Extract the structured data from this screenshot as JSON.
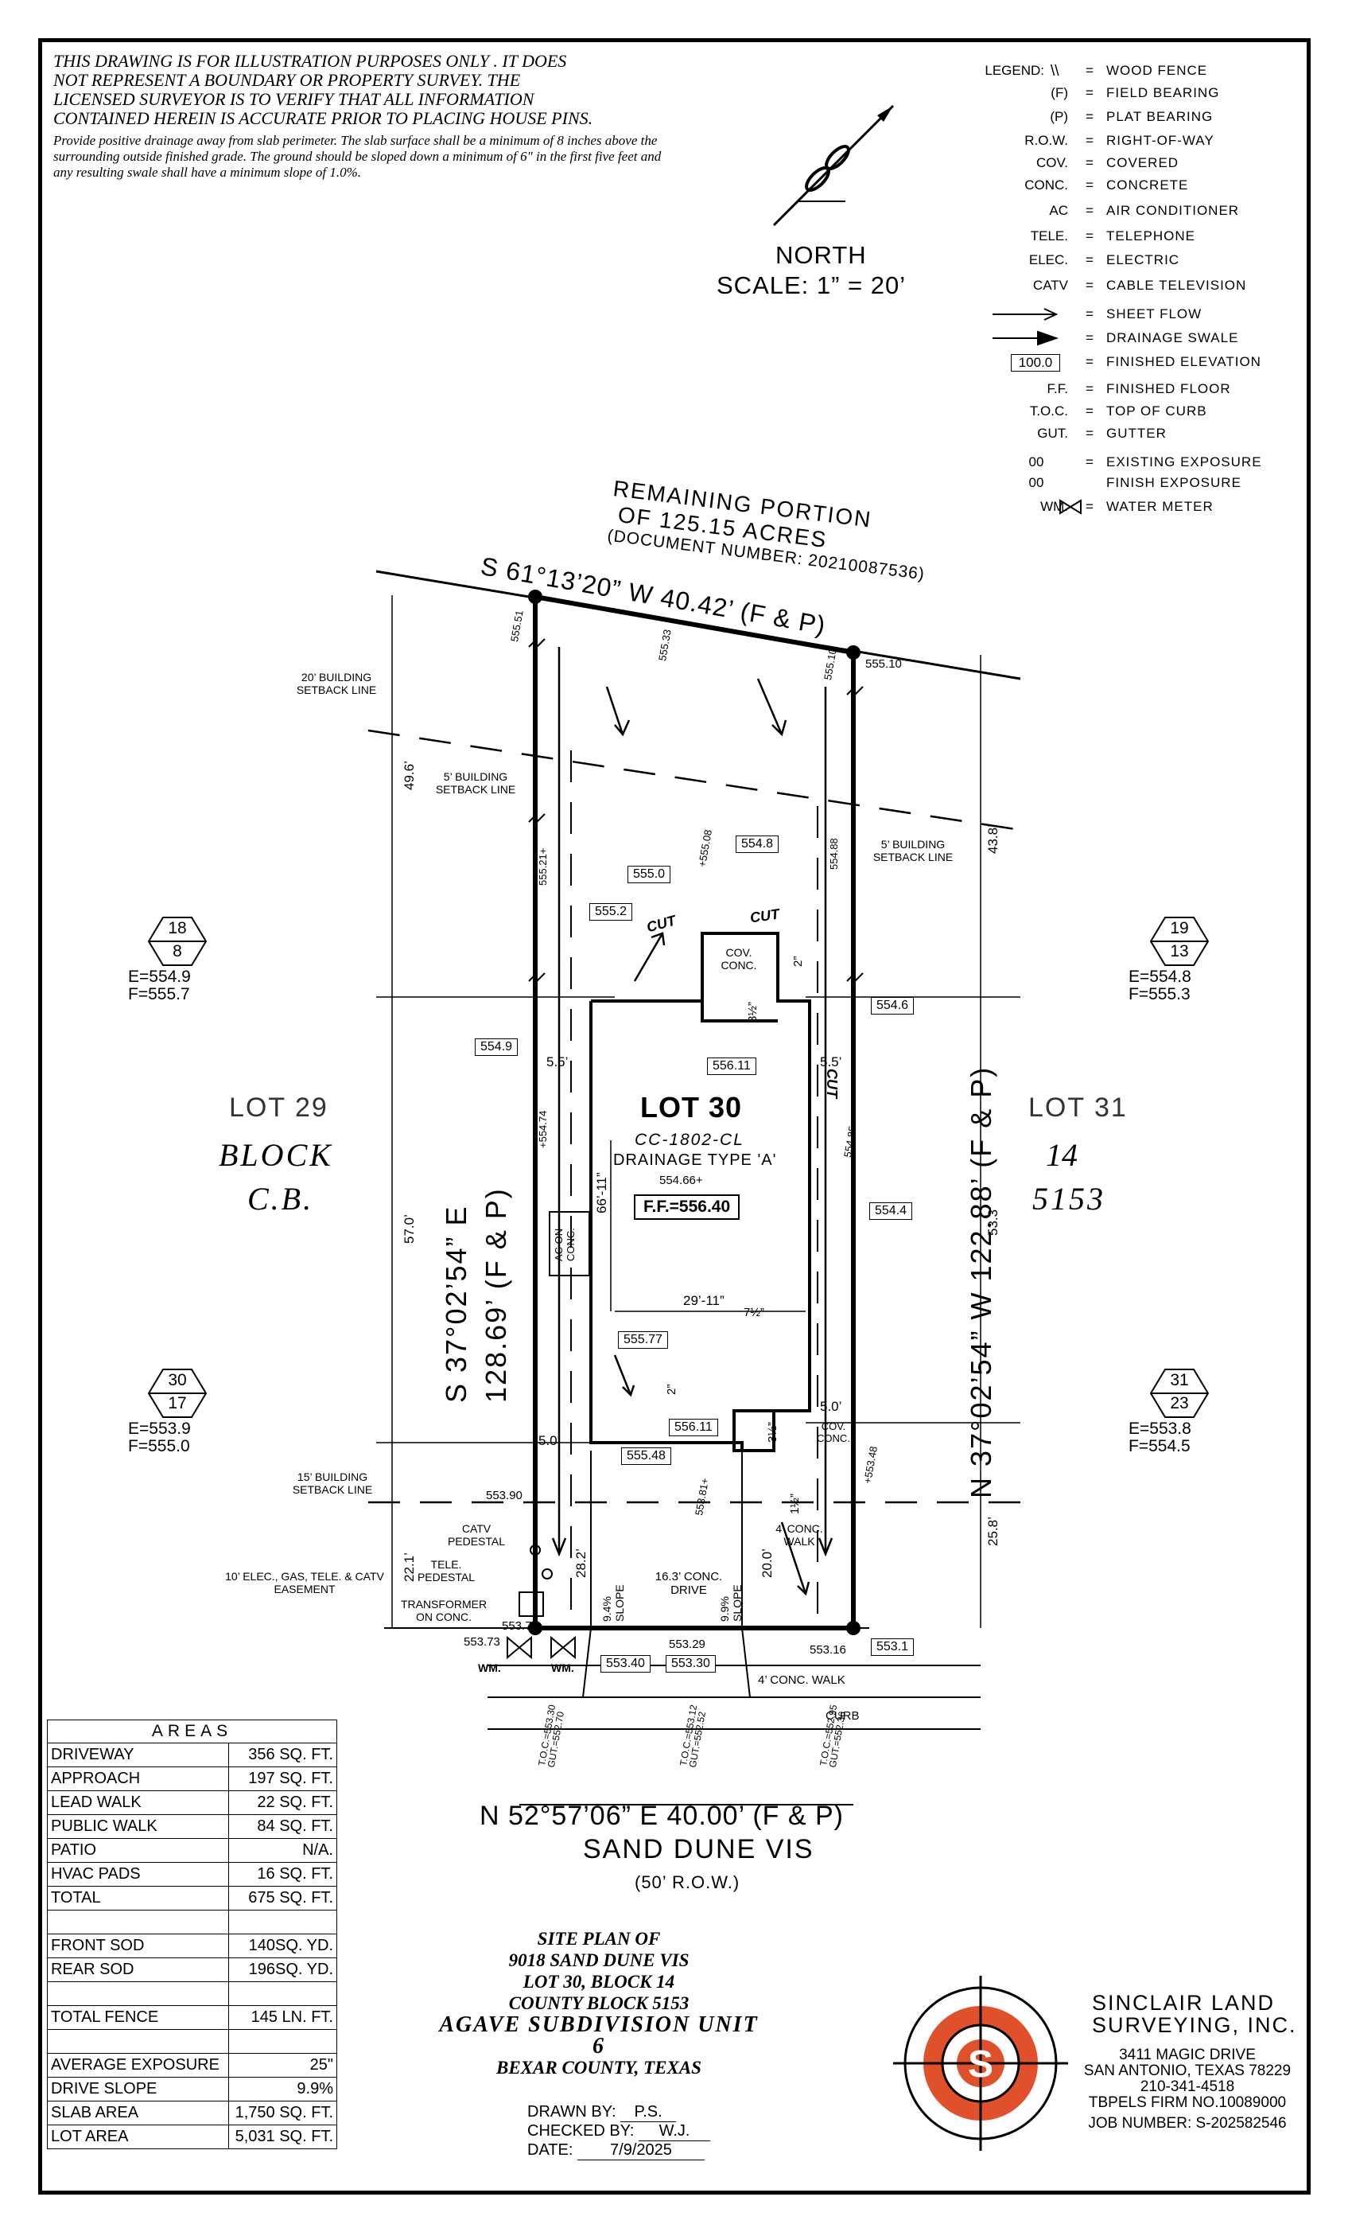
{
  "disclaimer": {
    "line1": "THIS DRAWING IS FOR ILLUSTRATION PURPOSES ONLY . IT DOES",
    "line2": "NOT REPRESENT A BOUNDARY OR PROPERTY SURVEY. THE",
    "line3": "LICENSED SURVEYOR IS TO VERIFY THAT ALL INFORMATION",
    "line4": "CONTAINED HEREIN IS ACCURATE PRIOR TO PLACING HOUSE PINS.",
    "note": "Provide positive drainage away from slab perimeter. The slab surface shall be a minimum of 8 inches above the surrounding outside finished grade. The ground should be sloped down a minimum of 6\" in the first five feet and any resulting swale shall have a minimum slope of 1.0%."
  },
  "north": {
    "label": "NORTH",
    "scale": "SCALE: 1” = 20’"
  },
  "legend": {
    "title": "LEGEND:",
    "items": [
      {
        "abbr": "",
        "desc": "WOOD FENCE"
      },
      {
        "abbr": "(F)",
        "desc": "FIELD BEARING"
      },
      {
        "abbr": "(P)",
        "desc": "PLAT BEARING"
      },
      {
        "abbr": "R.O.W.",
        "desc": "RIGHT-OF-WAY"
      },
      {
        "abbr": "COV.",
        "desc": "COVERED"
      },
      {
        "abbr": "CONC.",
        "desc": "CONCRETE"
      },
      {
        "abbr": "AC",
        "desc": "AIR CONDITIONER"
      },
      {
        "abbr": "TELE.",
        "desc": "TELEPHONE"
      },
      {
        "abbr": "ELEC.",
        "desc": "ELECTRIC"
      },
      {
        "abbr": "CATV",
        "desc": "CABLE TELEVISION"
      },
      {
        "abbr": "",
        "desc": "SHEET FLOW"
      },
      {
        "abbr": "",
        "desc": "DRAINAGE SWALE"
      },
      {
        "abbr": "100.0",
        "desc": "FINISHED ELEVATION"
      },
      {
        "abbr": "F.F.",
        "desc": "FINISHED FLOOR"
      },
      {
        "abbr": "T.O.C.",
        "desc": "TOP OF CURB"
      },
      {
        "abbr": "GUT.",
        "desc": "GUTTER"
      },
      {
        "abbr": "00",
        "desc": "EXISTING EXPOSURE"
      },
      {
        "abbr": "00",
        "desc": "FINISH EXPOSURE"
      },
      {
        "abbr": "WM.",
        "desc": "WATER METER"
      }
    ]
  },
  "remaining": {
    "line1": "REMAINING PORTION",
    "line2": "OF 125.15 ACRES",
    "line3": "(DOCUMENT NUMBER: 20210087536)"
  },
  "bearings": {
    "north_line": "S 61°13’20” W 40.42’ (F & P)",
    "west_line_1": "S 37°02’54” E",
    "west_line_2": "128.69’ (F & P)",
    "east_line": "N 37°02’54” W 122.88’ (F & P)",
    "south_line": "N 52°57’06” E 40.00’ (F & P)"
  },
  "street": {
    "name": "SAND DUNE VIS",
    "row": "(50’ R.O.W.)",
    "walk": "4’ CONC. WALK",
    "curb": "CURB"
  },
  "lots": {
    "lot29": "LOT 29",
    "block": "BLOCK",
    "cb": "C.B.",
    "lot31": "LOT 31",
    "lot31_block": "14",
    "lot31_cb": "5153"
  },
  "house": {
    "lot": "LOT 30",
    "plan": "CC-1802-CL",
    "drainage": "DRAINAGE TYPE 'A'",
    "ff": "F.F.=556.40",
    "elev_center": "554.66+",
    "depth": "66’-11”",
    "width": "29’-11”",
    "ac": "AC ON CONC.",
    "cov_conc": "COV. CONC.",
    "cut": "CUT"
  },
  "setbacks": {
    "building20": "20’ BUILDING SETBACK LINE",
    "building5_w": "5’ BUILDING SETBACK LINE",
    "building5_e": "5’ BUILDING SETBACK LINE",
    "building15": "15’ BUILDING SETBACK LINE",
    "easement": "10’ ELEC., GAS, TELE. & CATV EASEMENT"
  },
  "utilities": {
    "catv": "CATV PEDESTAL",
    "tele": "TELE. PEDESTAL",
    "transformer": "TRANSFORMER ON CONC.",
    "walk": "4’ CONC. WALK",
    "drive": "16.3’ CONC. DRIVE",
    "slope_w": "9.4% SLOPE",
    "slope_e": "9.9% SLOPE",
    "wm": "WM."
  },
  "dimensions": {
    "d49_6": "49.6’",
    "d57_0": "57.0’",
    "d22_1": "22.1’",
    "d43_8": "43.8’",
    "d53_3": "53.3’",
    "d25_8": "25.8’",
    "d28_2": "28.2’",
    "d20_0": "20.0’",
    "d5_5a": "5.5’",
    "d5_5b": "5.5’",
    "d5_0a": "5.0’",
    "d5_0b": "5.0’",
    "d2": "2”",
    "d2b": "2”",
    "d3_5": "3½”",
    "d7_5": "7½”",
    "d3_5b": "3½”",
    "d1_5": "1½”"
  },
  "elevations": {
    "e555_0": "555.0",
    "e555_2": "555.2",
    "e554_8": "554.8",
    "e554_6": "554.6",
    "e554_9": "554.9",
    "e556_11a": "556.11",
    "e554_4": "554.4",
    "e555_77": "555.77",
    "e556_11b": "556.11",
    "e555_48": "555.48",
    "e553_40": "553.40",
    "e553_30": "553.30",
    "e553_1": "553.1",
    "p555_51": "555.51",
    "p555_33": "555.33",
    "p555_10a": "555.10",
    "p555_10b": "555.10",
    "p555_08": "+555.08",
    "p554_88": "554.88",
    "p555_21": "555.21+",
    "p554_74": "+554.74",
    "p554_85": "554.85",
    "p553_90": "553.90",
    "p553_81": "553.81+",
    "p553_48": "+553.48",
    "p553_73": "553.73",
    "p553_75": "553.75",
    "p553_29": "553.29",
    "p553_16": "553.16",
    "toc1": "T.O.C.=553.30",
    "gut1": "GUT.=552.70",
    "toc2": "T.O.C.=553.12",
    "gut2": "GUT.=552.52",
    "toc3": "T.O.C.=552.95",
    "gut3": "GUT.=552.36"
  },
  "exposures": [
    {
      "top": "18",
      "bottom": "8",
      "e": "E=554.9",
      "f": "F=555.7"
    },
    {
      "top": "19",
      "bottom": "13",
      "e": "E=554.8",
      "f": "F=555.3"
    },
    {
      "top": "30",
      "bottom": "17",
      "e": "E=553.9",
      "f": "F=555.0"
    },
    {
      "top": "31",
      "bottom": "23",
      "e": "E=553.8",
      "f": "F=554.5"
    }
  ],
  "areas": {
    "title": "AREAS",
    "rows": [
      {
        "label": "DRIVEWAY",
        "value": "356 SQ. FT."
      },
      {
        "label": "APPROACH",
        "value": "197 SQ. FT."
      },
      {
        "label": "LEAD WALK",
        "value": "22 SQ. FT."
      },
      {
        "label": "PUBLIC WALK",
        "value": "84 SQ. FT."
      },
      {
        "label": "PATIO",
        "value": "N/A."
      },
      {
        "label": "HVAC PADS",
        "value": "16 SQ. FT."
      },
      {
        "label": "TOTAL",
        "value": "675 SQ. FT."
      },
      {
        "label": "",
        "value": ""
      },
      {
        "label": "FRONT SOD",
        "value": "140SQ. YD."
      },
      {
        "label": "REAR SOD",
        "value": "196SQ. YD."
      },
      {
        "label": "",
        "value": ""
      },
      {
        "label": "TOTAL FENCE",
        "value": "145 LN. FT."
      },
      {
        "label": "",
        "value": ""
      },
      {
        "label": "AVERAGE EXPOSURE",
        "value": "25\""
      },
      {
        "label": "DRIVE SLOPE",
        "value": "9.9%"
      },
      {
        "label": "SLAB AREA",
        "value": "1,750 SQ. FT."
      },
      {
        "label": "LOT AREA",
        "value": "5,031 SQ. FT."
      }
    ]
  },
  "title_block": {
    "line1": "SITE PLAN OF",
    "line2": "9018 SAND DUNE VIS",
    "line3": "LOT 30, BLOCK 14",
    "line4": "COUNTY BLOCK 5153",
    "line5": "AGAVE SUBDIVISION UNIT 6",
    "line6": "BEXAR COUNTY, TEXAS"
  },
  "drawn": {
    "drawn_label": "DRAWN BY:",
    "drawn_value": "P.S.",
    "checked_label": "CHECKED BY:",
    "checked_value": "W.J.",
    "date_label": "DATE:",
    "date_value": "7/9/2025"
  },
  "company": {
    "name1": "SINCLAIR LAND",
    "name2": "SURVEYING, INC.",
    "addr1": "3411 MAGIC DRIVE",
    "addr2": "SAN ANTONIO, TEXAS 78229",
    "phone": "210-341-4518",
    "firm": "TBPELS FIRM NO.10089000",
    "job": "JOB NUMBER:  S-202582546",
    "logo_letter": "S"
  },
  "colors": {
    "logo_orange": "#e0502a",
    "ink": "#000000"
  }
}
